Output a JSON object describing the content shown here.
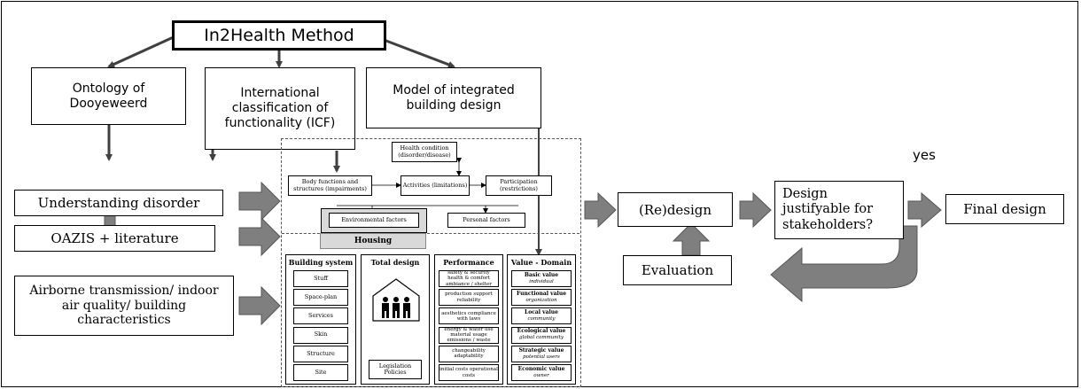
{
  "method": {
    "title": "In2Health Method"
  },
  "sources": {
    "ontology": "Ontology of Dooyeweerd",
    "icf": "International classification of functionality (ICF)",
    "building_model": "Model of integrated building design"
  },
  "inputs": {
    "understanding": "Understanding disorder",
    "oazis": "OAZIS + literature",
    "airborne": "Airborne transmission/ indoor air quality/ building characteristics"
  },
  "icf_model": {
    "health_condition": "Health condition (disorder/disease)",
    "body_functions": "Body functions and structures (impairments)",
    "activities": "Activities (limitations)",
    "participation": "Participation (restrictions)",
    "environmental": "Environmental factors",
    "personal": "Personal factors"
  },
  "housing": {
    "label": "Housing",
    "building_system": {
      "title": "Building system",
      "items": [
        "Stuff",
        "Space-plan",
        "Services",
        "Skin",
        "Structure",
        "Site"
      ]
    },
    "total_design": {
      "title": "Total design",
      "legislation": "Legislation Policies"
    },
    "performance": {
      "title": "Performance",
      "items": [
        "safety & security health & comfort ambiance / shelter",
        "production support reliability",
        "aesthetics compliance with laws",
        "energy & water use material usage emissions / waste",
        "changeability adaptability",
        "initial costs operational costs"
      ]
    },
    "value_domain": {
      "title": "Value - Domain",
      "items": [
        {
          "value": "Basic value",
          "domain": "individual"
        },
        {
          "value": "Functional value",
          "domain": "organization"
        },
        {
          "value": "Local value",
          "domain": "community"
        },
        {
          "value": "Ecological value",
          "domain": "global community"
        },
        {
          "value": "Strategic value",
          "domain": "potential users"
        },
        {
          "value": "Economic value",
          "domain": "owner"
        }
      ]
    }
  },
  "process": {
    "redesign": "(Re)design",
    "evaluation": "Evaluation",
    "decision": "Design justifyable for stakeholders?",
    "yes_label": "yes",
    "final": "Final design"
  },
  "colors": {
    "arrow_fill": "#7f7f7f",
    "line": "#404040",
    "housing_fill": "#d9d9d9"
  }
}
